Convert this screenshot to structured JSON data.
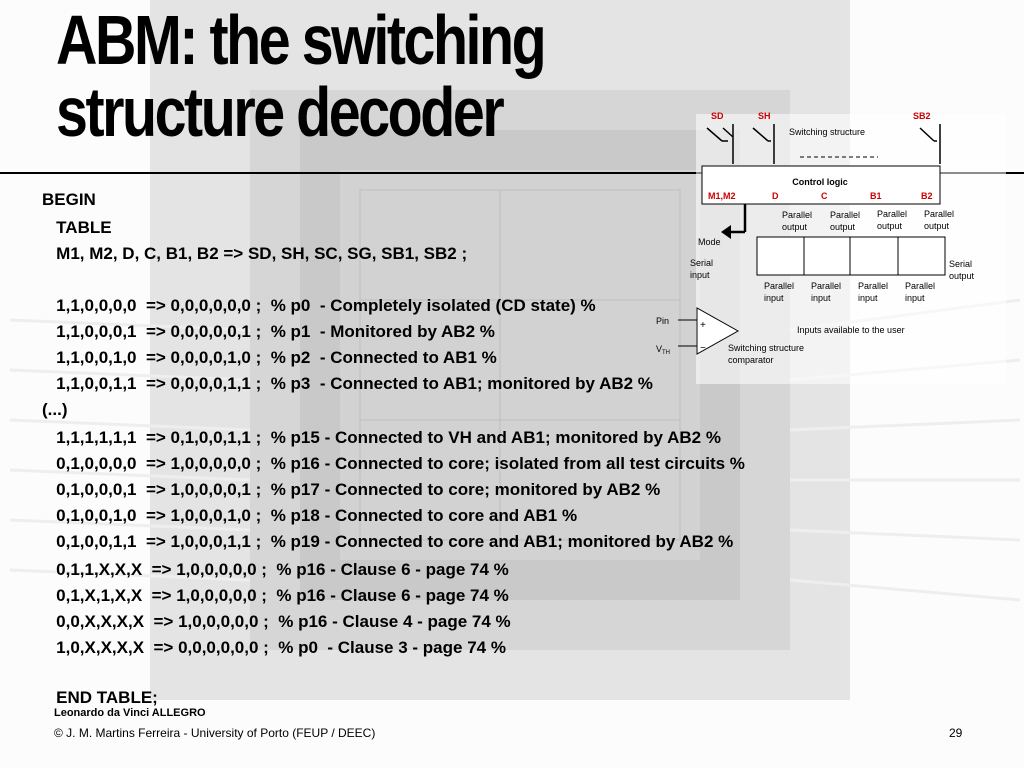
{
  "slide": {
    "title_line1": "ABM: the switching",
    "title_line2": "structure decoder",
    "code_lines": [
      "BEGIN",
      "   TABLE",
      "   M1, M2, D, C, B1, B2 => SD, SH, SC, SG, SB1, SB2 ;",
      "",
      "   1,1,0,0,0,0  => 0,0,0,0,0,0 ;  % p0  - Completely isolated (CD state) %",
      "   1,1,0,0,0,1  => 0,0,0,0,0,1 ;  % p1  - Monitored by AB2 %",
      "   1,1,0,0,1,0  => 0,0,0,0,1,0 ;  % p2  - Connected to AB1 %",
      "   1,1,0,0,1,1  => 0,0,0,0,1,1 ;  % p3  - Connected to AB1; monitored by AB2 %",
      "(...)",
      "   1,1,1,1,1,1  => 0,1,0,0,1,1 ;  % p15 - Connected to VH and AB1; monitored by AB2 %",
      "   0,1,0,0,0,0  => 1,0,0,0,0,0 ;  % p16 - Connected to core; isolated from all test circuits %",
      "   0,1,0,0,0,1  => 1,0,0,0,0,1 ;  % p17 - Connected to core; monitored by AB2 %",
      "   0,1,0,0,1,0  => 1,0,0,0,1,0 ;  % p18 - Connected to core and AB1 %",
      "   0,1,0,0,1,1  => 1,0,0,0,1,1 ;  % p19 - Connected to core and AB1; monitored by AB2 %",
      "   0,1,1,X,X,X  => 1,0,0,0,0,0 ;  % p16 - Clause 6 - page 74 %",
      "   0,1,X,1,X,X  => 1,0,0,0,0,0 ;  % p16 - Clause 6 - page 74 %",
      "   0,0,X,X,X,X  => 1,0,0,0,0,0 ;  % p16 - Clause 4 - page 74 %",
      "   1,0,X,X,X,X  => 0,0,0,0,0,0 ;  % p0  - Clause 3 - page 74 %",
      "",
      "   END TABLE;"
    ],
    "footer_org": "Leonardo da Vinci ALLEGRO",
    "footer_copyright": "© J. M. Martins Ferreira - University of Porto (FEUP / DEEC)",
    "page_number": "29"
  },
  "diagram": {
    "switch_sd": "SD",
    "switch_sh": "SH",
    "switch_sb2": "SB2",
    "switching_structure": "Switching structure",
    "control_logic": "Control logic",
    "inputs": [
      "M1,M2",
      "D",
      "C",
      "B1",
      "B2"
    ],
    "mode": "Mode",
    "serial_input": [
      "Serial",
      "input"
    ],
    "serial_output": [
      "Serial",
      "output"
    ],
    "parallel_output": [
      "Parallel",
      "output"
    ],
    "parallel_input": [
      "Parallel",
      "input"
    ],
    "inputs_available": "Inputs available to the user",
    "pin": "Pin",
    "vth": "V",
    "vth_sub": "TH",
    "comparator": [
      "Switching structure",
      "comparator"
    ],
    "red_color": "#cc0000"
  }
}
